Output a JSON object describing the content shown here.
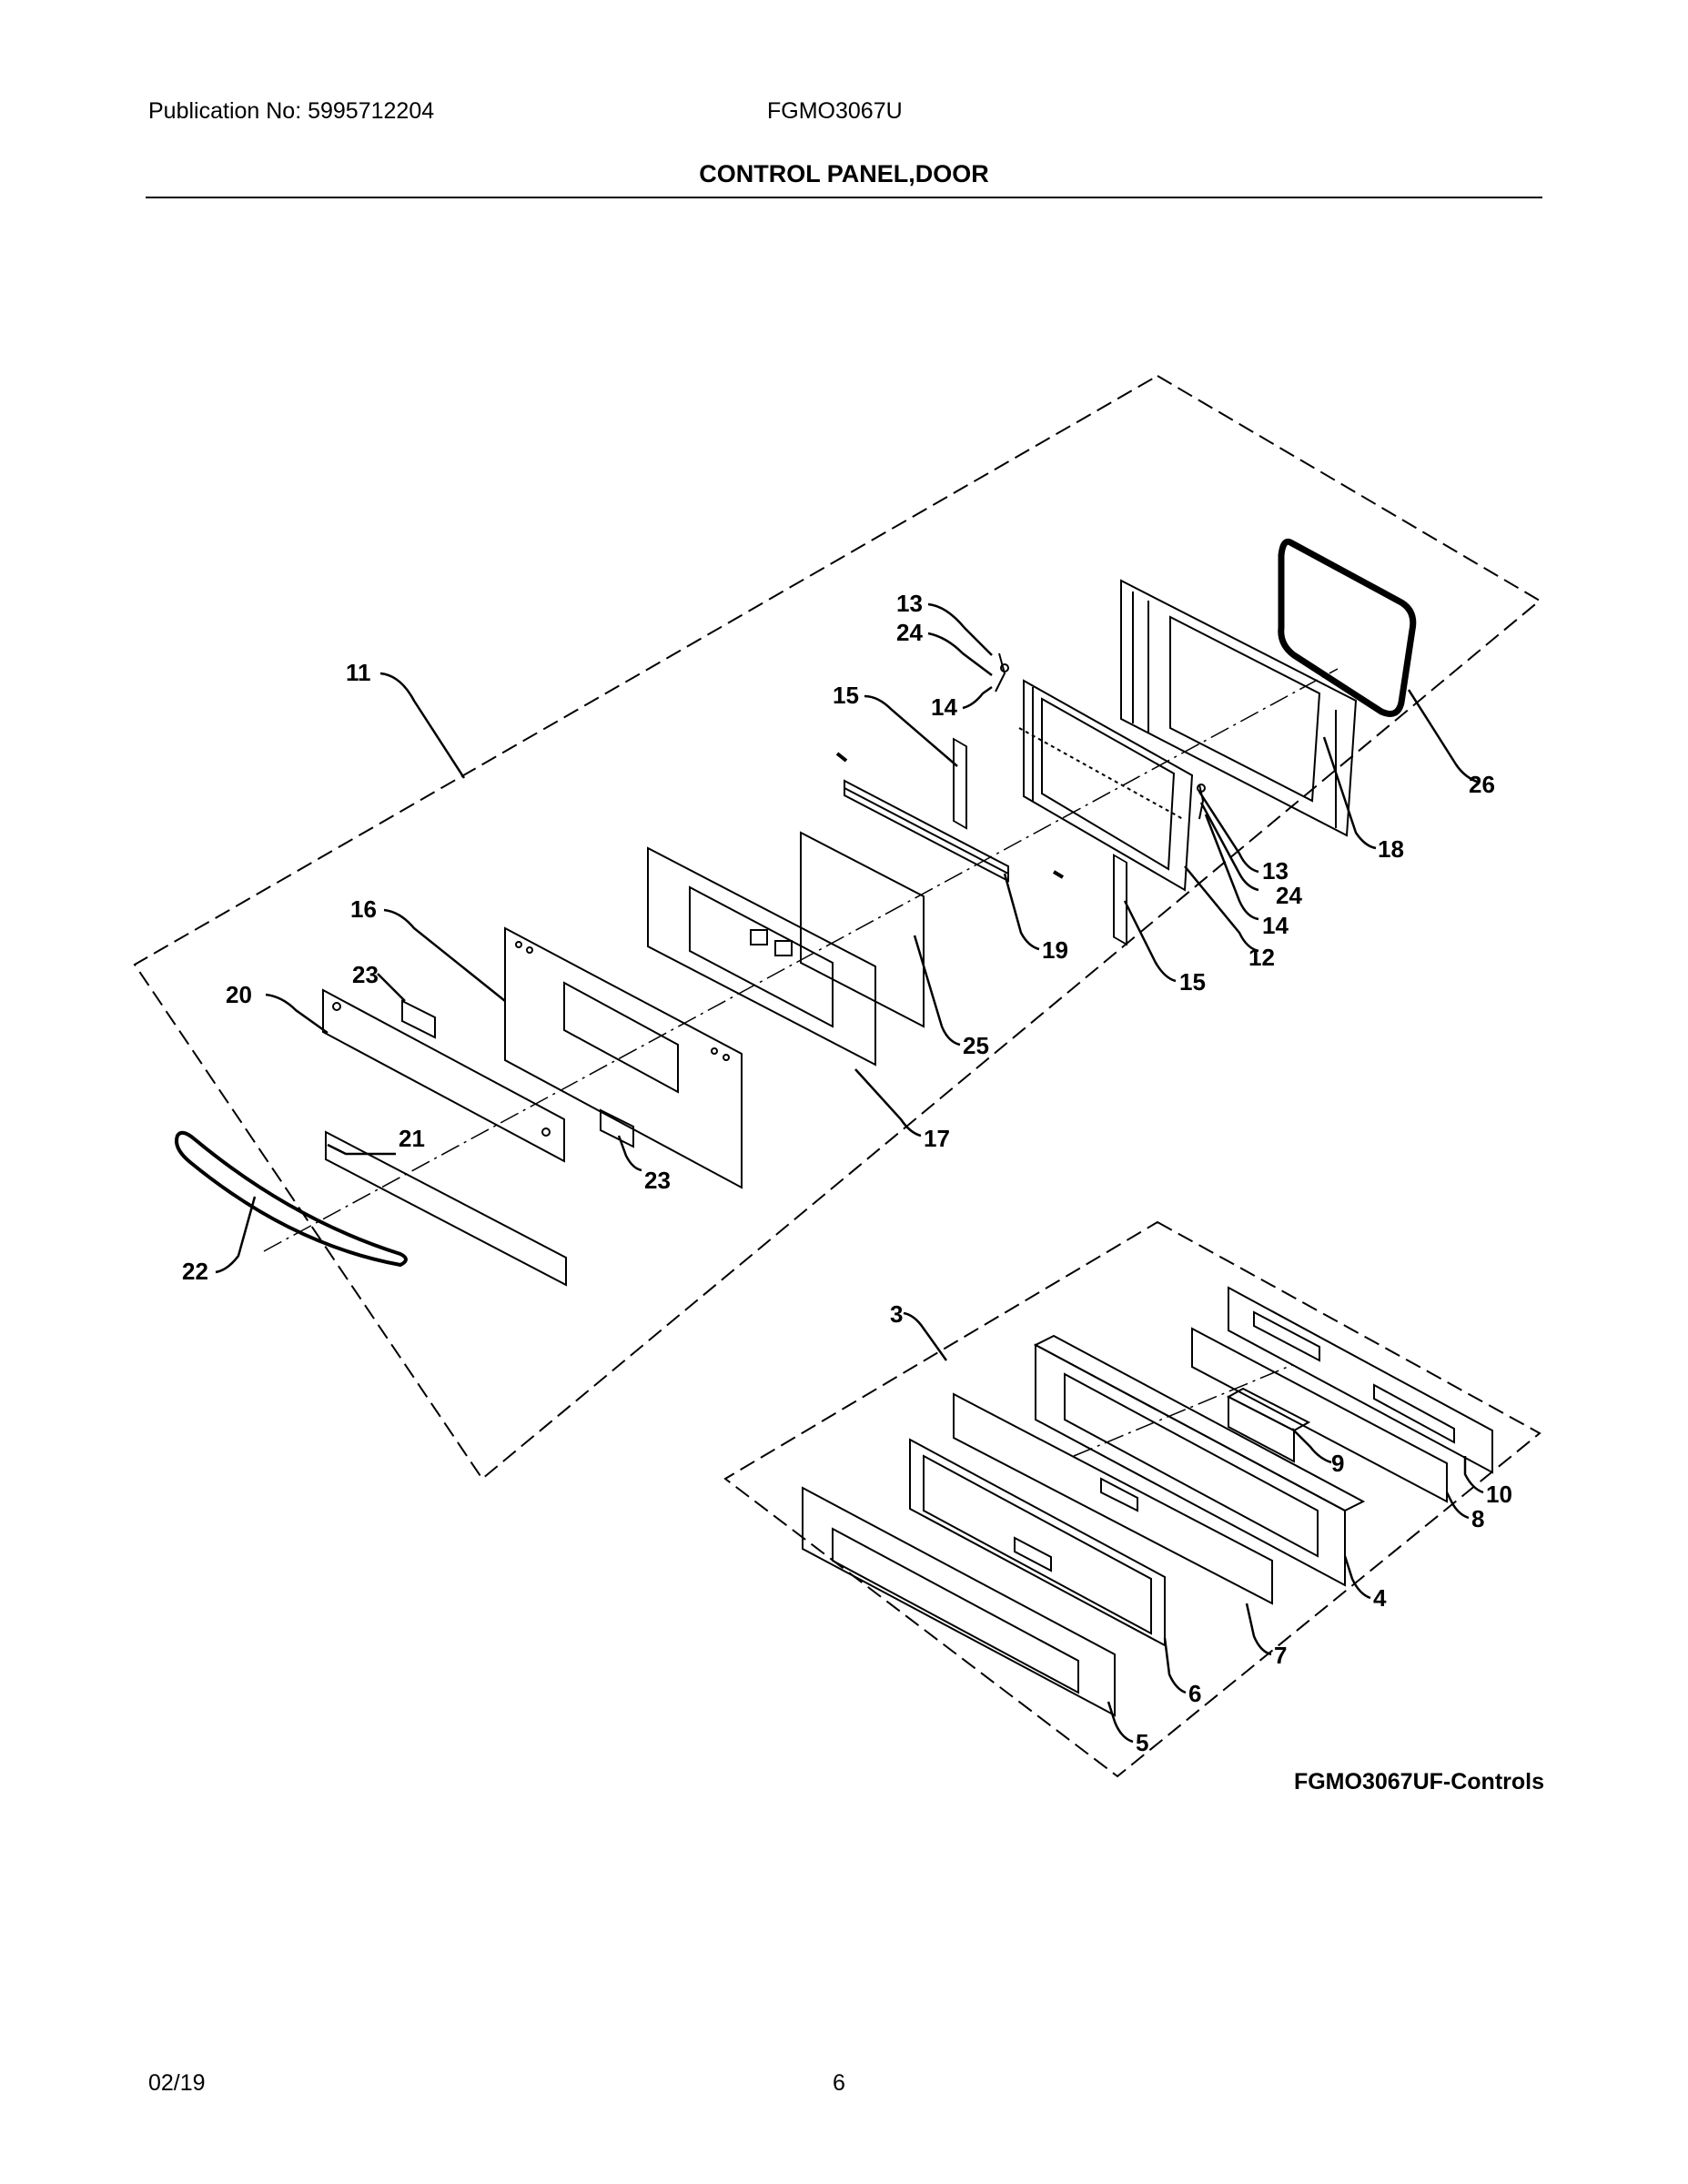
{
  "header": {
    "publication": "Publication No: 5995712204",
    "model": "FGMO3067U",
    "title": "CONTROL PANEL,DOOR"
  },
  "diagram": {
    "labels": {
      "n3": "3",
      "n4": "4",
      "n5": "5",
      "n6": "6",
      "n7": "7",
      "n8": "8",
      "n9": "9",
      "n10": "10",
      "n11": "11",
      "n12": "12",
      "n13a": "13",
      "n13b": "13",
      "n14a": "14",
      "n14b": "14",
      "n15a": "15",
      "n15b": "15",
      "n16": "16",
      "n17": "17",
      "n18": "18",
      "n19": "19",
      "n20": "20",
      "n21": "21",
      "n22": "22",
      "n23a": "23",
      "n23b": "23",
      "n24a": "24",
      "n24b": "24",
      "n25": "25",
      "n26": "26"
    },
    "caption": "FGMO3067UF-Controls"
  },
  "footer": {
    "date": "02/19",
    "page": "6"
  }
}
